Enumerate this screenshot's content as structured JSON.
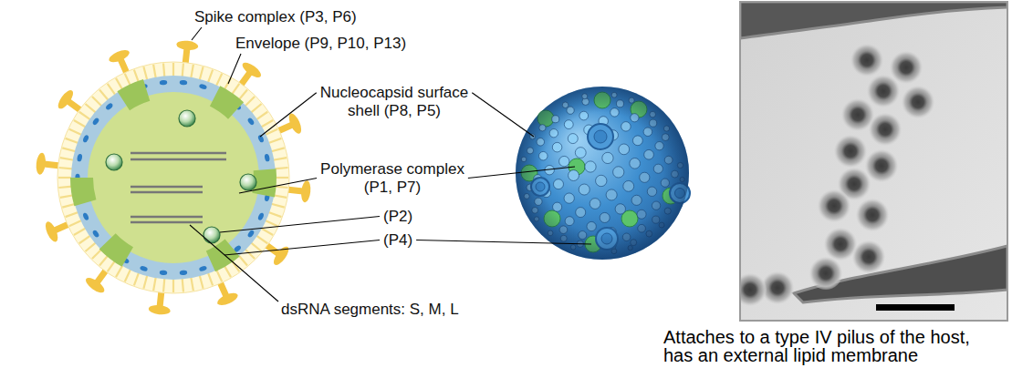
{
  "diagram": {
    "caption": "Attaches to a type IV pilus of the host, has an external lipid membrane",
    "labels": [
      "Spike complex (P3, P6)",
      "Envelope (P9, P10, P13)",
      "Nucleocapsid surface shell (P8, P5)",
      "Polymerase complex (P1, P7)",
      "(P2)",
      "(P4)",
      "dsRNA segments: S, M, L"
    ]
  }
}
